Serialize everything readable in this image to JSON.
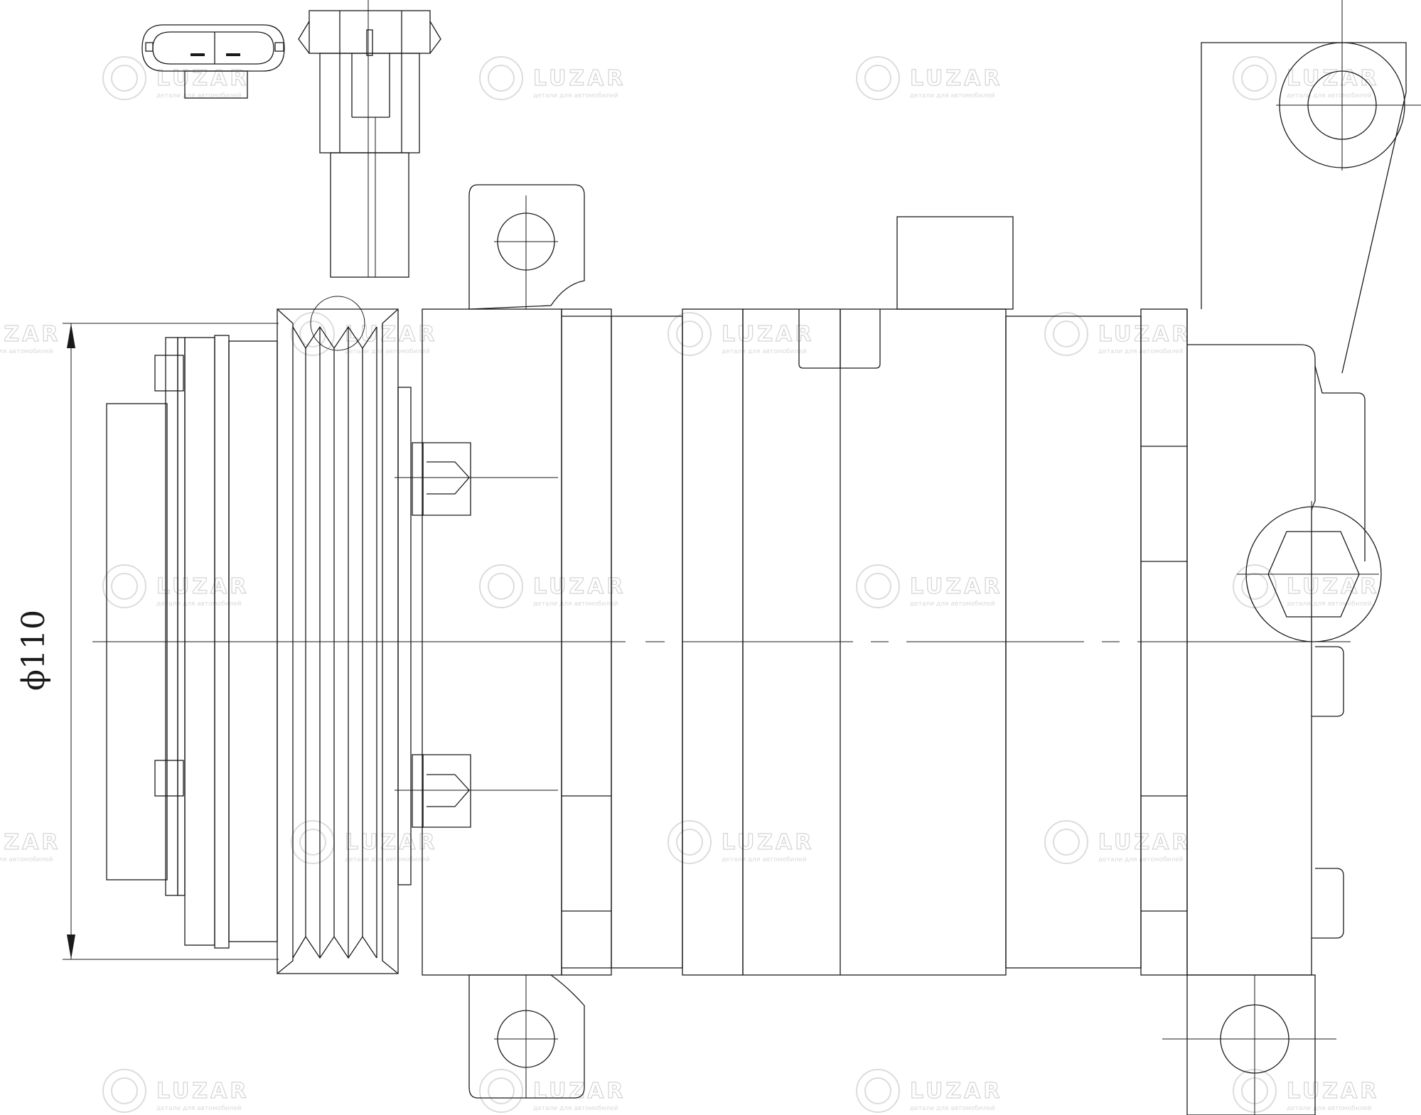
{
  "drawing": {
    "dimension_label": "ϕ110",
    "watermark": {
      "brand": "LUZAR",
      "tagline": "детали для автомобилей"
    }
  }
}
